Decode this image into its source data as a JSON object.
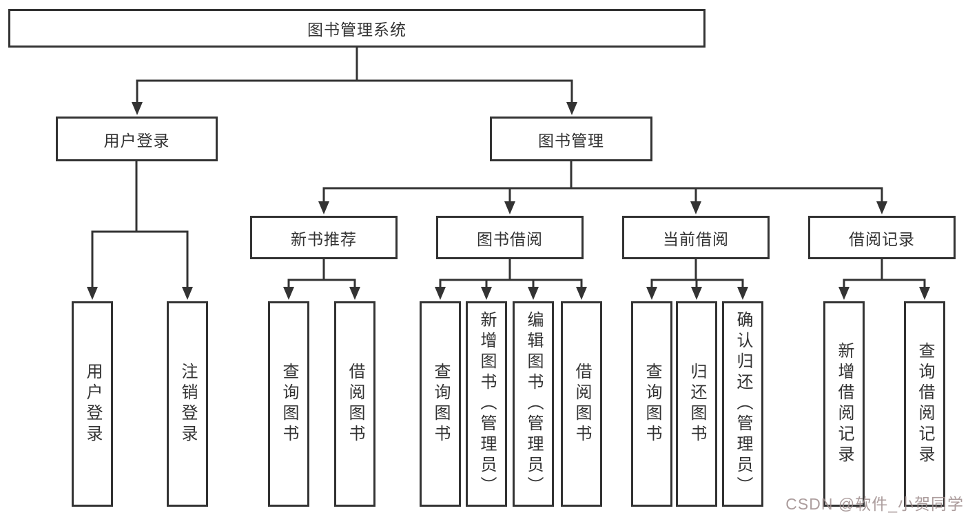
{
  "page": {
    "background_color": "#ffffff",
    "line_color": "#333333",
    "text_color": "#333333"
  },
  "diagram": {
    "type": "hierarchy-tree",
    "root": {
      "label": "图书管理系统"
    },
    "level2": [
      {
        "label": "用户登录"
      },
      {
        "label": "图书管理"
      }
    ],
    "level3": [
      {
        "label": "新书推荐",
        "parent": "图书管理"
      },
      {
        "label": "图书借阅",
        "parent": "图书管理"
      },
      {
        "label": "当前借阅",
        "parent": "图书管理"
      },
      {
        "label": "借阅记录",
        "parent": "图书管理"
      }
    ],
    "leaves": [
      {
        "label": "用户登录",
        "parent": "用户登录"
      },
      {
        "label": "注销登录",
        "parent": "用户登录"
      },
      {
        "label": "查询图书",
        "parent": "新书推荐"
      },
      {
        "label": "借阅图书",
        "parent": "新书推荐"
      },
      {
        "label": "查询图书",
        "parent": "图书借阅"
      },
      {
        "label": "新增图书（管理员）",
        "parent": "图书借阅"
      },
      {
        "label": "编辑图书（管理员）",
        "parent": "图书借阅"
      },
      {
        "label": "借阅图书",
        "parent": "图书借阅"
      },
      {
        "label": "查询图书",
        "parent": "当前借阅"
      },
      {
        "label": "归还图书",
        "parent": "当前借阅"
      },
      {
        "label": "确认归还（管理员）",
        "parent": "当前借阅"
      },
      {
        "label": "新增借阅记录",
        "parent": "借阅记录"
      },
      {
        "label": "查询借阅记录",
        "parent": "借阅记录"
      }
    ]
  },
  "watermark": {
    "text": "CSDN @软件_小贺同学",
    "color": "#9e8c8c"
  }
}
